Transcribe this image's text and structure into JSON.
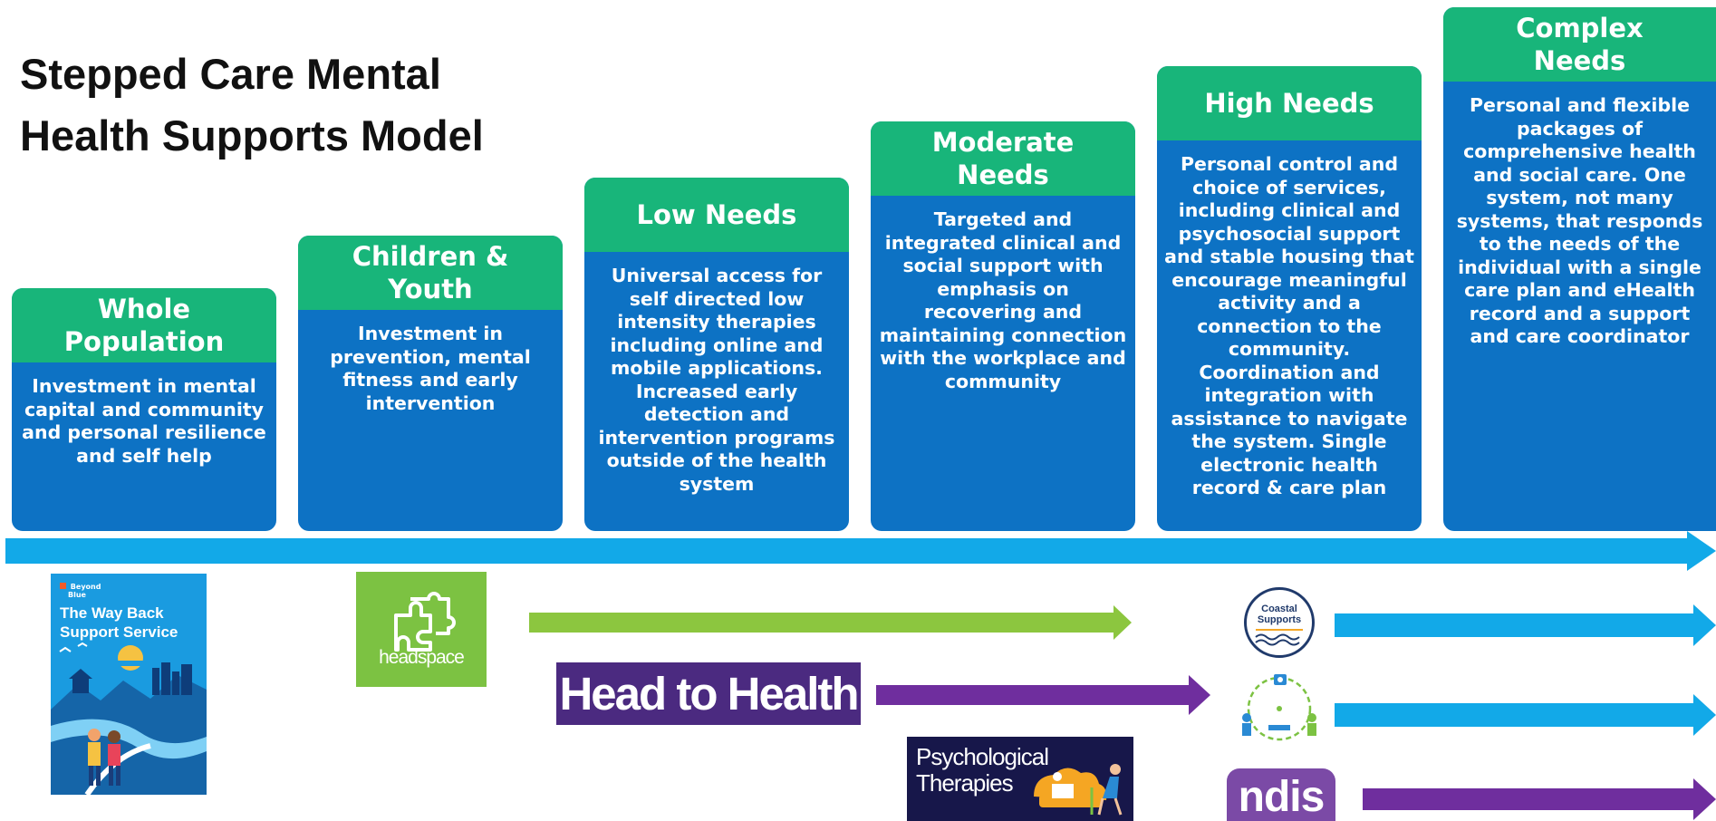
{
  "title": {
    "line1": "Stepped Care Mental",
    "line2": "Health Supports Model"
  },
  "steps": [
    {
      "heading_lines": [
        "Whole",
        "Population"
      ],
      "body": "Investment in mental capital and community and personal resilience and self help"
    },
    {
      "heading_lines": [
        "Children &",
        "Youth"
      ],
      "body": "Investment in prevention, mental fitness and early intervention"
    },
    {
      "heading_lines": [
        "Low Needs"
      ],
      "body": "Universal access for self directed low intensity therapies including online and mobile applications. Increased early detection and intervention programs outside of the health system"
    },
    {
      "heading_lines": [
        "Moderate",
        "Needs"
      ],
      "body": "Targeted and integrated clinical and social support with emphasis on recovering and maintaining connection with the workplace and community"
    },
    {
      "heading_lines": [
        "High Needs"
      ],
      "body": "Personal control and choice of services, including clinical and psychosocial support and stable housing that encourage meaningful activity and a connection to the community. Coordination and integration with assistance to navigate the system. Single electronic health record & care plan"
    },
    {
      "heading_lines": [
        "Complex",
        "Needs"
      ],
      "body": "Personal and flexible packages of comprehensive health and social care. One system, not many systems, that responds to the needs of the individual with a single care plan and eHealth record and a support and care coordinator"
    }
  ],
  "services": {
    "wayback": {
      "brand_line1": "Beyond",
      "brand_line2": "Blue",
      "title_line1": "The Way Back",
      "title_line2": "Support Service"
    },
    "headspace": {
      "label": "headspace"
    },
    "head_to_health": {
      "label": "Head to Health"
    },
    "psychological_therapies": {
      "line1": "Psychological",
      "line2": "Therapies"
    },
    "coastal_supports": {
      "line1": "Coastal",
      "line2": "Supports"
    },
    "ndis": {
      "label": "ndis"
    }
  },
  "colors": {
    "step_header": "#18b57a",
    "step_body": "#0d72c4",
    "timeline": "#12a9e8",
    "arrow_green": "#8cc63f",
    "arrow_purple": "#6f2e9e",
    "arrow_blue": "#12a9e8"
  }
}
